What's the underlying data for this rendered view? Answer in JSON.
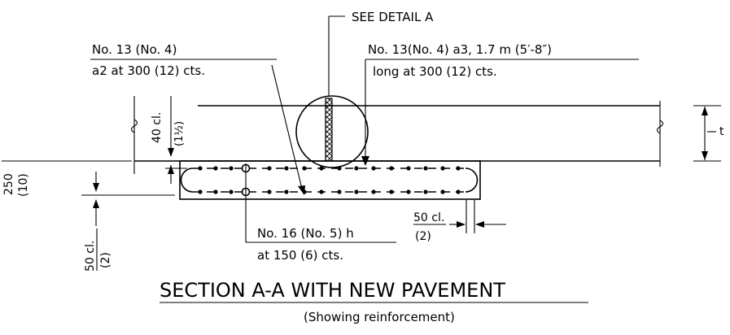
{
  "callouts": {
    "see_detail": "SEE DETAIL A",
    "bar_a2_line1": "No. 13 (No. 4)",
    "bar_a2_line2": "a2 at 300 (12) cts.",
    "bar_a3_line1": "No. 13(No. 4) a3, 1.7 m (5′-8″)",
    "bar_a3_line2": "long at 300 (12) cts.",
    "bar_h_line1": "No. 16 (No. 5) h",
    "bar_h_line2": "at 150 (6) cts."
  },
  "dimensions": {
    "top_clear": "40 cl.",
    "top_clear_imperial": "(1½)",
    "depth": "250",
    "depth_imperial": "(10)",
    "bottom_clear": "50 cl.",
    "bottom_clear_imperial": "(2)",
    "end_clear": "50 cl.",
    "end_clear_imperial": "(2)",
    "thickness": "t"
  },
  "title": "SECTION A-A WITH NEW PAVEMENT",
  "subtitle": "(Showing reinforcement)"
}
